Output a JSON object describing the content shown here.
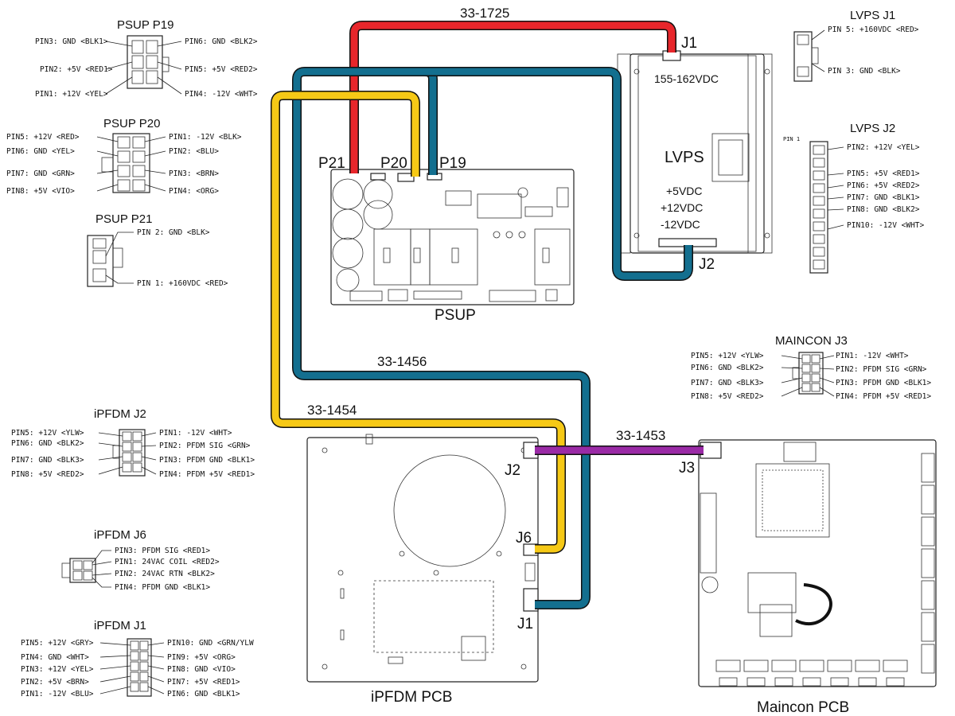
{
  "cables": {
    "c1725": "33-1725",
    "c1456": "33-1456",
    "c1454": "33-1454",
    "c1453": "33-1453"
  },
  "colors": {
    "red_cable": "#e8262b",
    "blue_cable": "#136f8f",
    "yellow_cable": "#f6c916",
    "purple_cable": "#9a2aa6",
    "cable_outline": "#111111"
  },
  "boards": {
    "psup": "PSUP",
    "ipfdm": "iPFDM PCB",
    "maincon": "Maincon PCB",
    "lvps": "LVPS"
  },
  "board_connectors": {
    "p21": "P21",
    "p20": "P20",
    "p19": "P19",
    "lvps_j1": "J1",
    "lvps_j2": "J2",
    "ipfdm_j2": "J2",
    "ipfdm_j6": "J6",
    "ipfdm_j1": "J1",
    "maincon_j3": "J3"
  },
  "lvps_text": {
    "input_v": "155-162VDC",
    "out_5": "+5VDC",
    "out_12": "+12VDC",
    "out_n12": "-12VDC"
  },
  "connectors": {
    "psup_p19": {
      "title": "PSUP P19",
      "pins": [
        "PIN3: GND <BLK1>",
        "PIN6: GND <BLK2>",
        "PIN2: +5V <RED1>",
        "PIN5: +5V <RED2>",
        "PIN1: +12V <YEL>",
        "PIN4: -12V <WHT>"
      ]
    },
    "psup_p20": {
      "title": "PSUP P20",
      "pins": [
        "PIN5: +12V <RED>",
        "PIN1: -12V <BLK>",
        "PIN6: GND <YEL>",
        "PIN2: <BLU>",
        "PIN7: GND <GRN>",
        "PIN3: <BRN>",
        "PIN8: +5V <VIO>",
        "PIN4: <ORG>"
      ]
    },
    "psup_p21": {
      "title": "PSUP P21",
      "pins": [
        "PIN 2: GND <BLK>",
        "PIN 1: +160VDC <RED>"
      ]
    },
    "lvps_j1": {
      "title": "LVPS J1",
      "pins": [
        "PIN 5: +160VDC <RED>",
        "PIN 3: GND <BLK>"
      ]
    },
    "lvps_j2": {
      "title": "LVPS J2",
      "pin1_tag": "PIN 1",
      "pins": [
        "PIN2: +12V <YEL>",
        "PIN5: +5V <RED1>",
        "PIN6: +5V <RED2>",
        "PIN7: GND <BLK1>",
        "PIN8: GND <BLK2>",
        "PIN10: -12V <WHT>"
      ]
    },
    "maincon_j3": {
      "title": "MAINCON J3",
      "pins": [
        "PIN5: +12V <YLW>",
        "PIN1: -12V <WHT>",
        "PIN6: GND <BLK2>",
        "PIN2: PFDM SIG <GRN>",
        "PIN7: GND <BLK3>",
        "PIN3: PFDM GND <BLK1>",
        "PIN8: +5V <RED2>",
        "PIN4: PFDM +5V <RED1>"
      ]
    },
    "ipfdm_j2": {
      "title": "iPFDM J2",
      "pins": [
        "PIN5: +12V <YLW>",
        "PIN1: -12V <WHT>",
        "PIN6: GND <BLK2>",
        "PIN2: PFDM SIG <GRN>",
        "PIN7: GND <BLK3>",
        "PIN3: PFDM GND <BLK1>",
        "PIN8: +5V <RED2>",
        "PIN4: PFDM +5V <RED1>"
      ]
    },
    "ipfdm_j6": {
      "title": "iPFDM J6",
      "pins": [
        "PIN3: PFDM SIG <RED1>",
        "PIN1: 24VAC COIL <RED2>",
        "PIN2: 24VAC RTN <BLK2>",
        "PIN4: PFDM GND <BLK1>"
      ]
    },
    "ipfdm_j1": {
      "title": "iPFDM J1",
      "pins": [
        "PIN5: +12V <GRY>",
        "PIN10: GND <GRN/YLW",
        "PIN4: GND <WHT>",
        "PIN9: +5V <ORG>",
        "PIN3: +12V <YEL>",
        "PIN8: GND <VIO>",
        "PIN2: +5V <BRN>",
        "PIN7: +5V <RED1>",
        "PIN1: -12V <BLU>",
        "PIN6: GND <BLK1>"
      ]
    }
  }
}
